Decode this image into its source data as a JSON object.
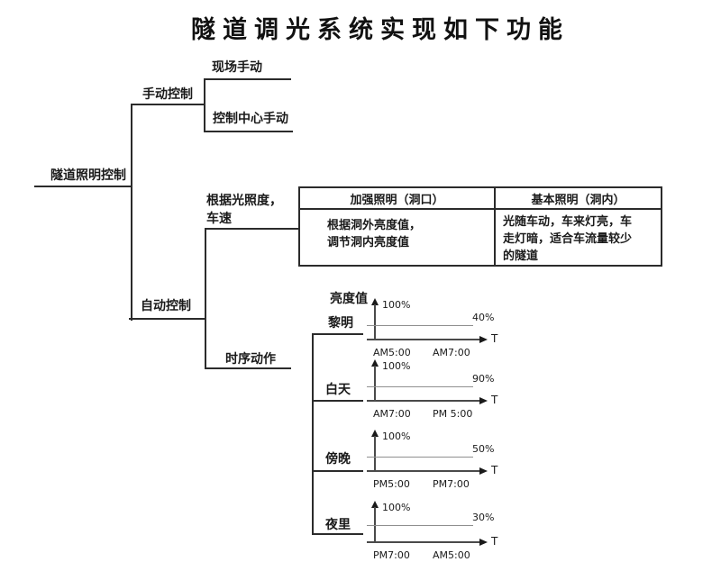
{
  "title": "隧道调光系统实现如下功能",
  "tree": {
    "root_label": "隧道照明控制",
    "manual_label": "手动控制",
    "onsite_label": "现场手动",
    "center_label": "控制中心手动",
    "auto_label": "自动控制",
    "light_speed_label": "根据光照度，\n车速",
    "timing_label": "时序动作"
  },
  "table": {
    "header_left": "加强照明（洞口）",
    "header_right": "基本照明（洞内）",
    "cell_left": "根据洞外亮度值，\n调节洞内亮度值",
    "cell_right": "光随车动，车来灯亮，车\n走灯暗，适合车流量较少\n的隧道"
  },
  "graphs": {
    "y_axis_title": "亮度值",
    "x_axis_label": "T",
    "y_max_label": "100%",
    "items": [
      {
        "name": "黎明",
        "end_level": "40%",
        "time_start": "AM5:00",
        "time_end": "AM7:00"
      },
      {
        "name": "白天",
        "end_level": "90%",
        "time_start": "AM7:00",
        "time_end": "PM 5:00"
      },
      {
        "name": "傍晚",
        "end_level": "50%",
        "time_start": "PM5:00",
        "time_end": "PM7:00"
      },
      {
        "name": "夜里",
        "end_level": "30%",
        "time_start": "PM7:00",
        "time_end": "AM5:00"
      }
    ]
  },
  "chart_data": [
    {
      "type": "line",
      "title": "黎明",
      "ylabel": "亮度值",
      "xlabel": "T",
      "ylim": [
        0,
        100
      ],
      "x": [
        "AM5:00",
        "AM7:00"
      ],
      "values": [
        40,
        40
      ],
      "value_label": "40%",
      "axis_max_label": "100%"
    },
    {
      "type": "line",
      "title": "白天",
      "ylabel": "亮度值",
      "xlabel": "T",
      "ylim": [
        0,
        100
      ],
      "x": [
        "AM7:00",
        "PM 5:00"
      ],
      "values": [
        90,
        90
      ],
      "value_label": "90%",
      "axis_max_label": "100%"
    },
    {
      "type": "line",
      "title": "傍晚",
      "ylabel": "亮度值",
      "xlabel": "T",
      "ylim": [
        0,
        100
      ],
      "x": [
        "PM5:00",
        "PM7:00"
      ],
      "values": [
        50,
        50
      ],
      "value_label": "50%",
      "axis_max_label": "100%"
    },
    {
      "type": "line",
      "title": "夜里",
      "ylabel": "亮度值",
      "xlabel": "T",
      "ylim": [
        0,
        100
      ],
      "x": [
        "PM7:00",
        "AM5:00"
      ],
      "values": [
        30,
        30
      ],
      "value_label": "30%",
      "axis_max_label": "100%"
    }
  ]
}
